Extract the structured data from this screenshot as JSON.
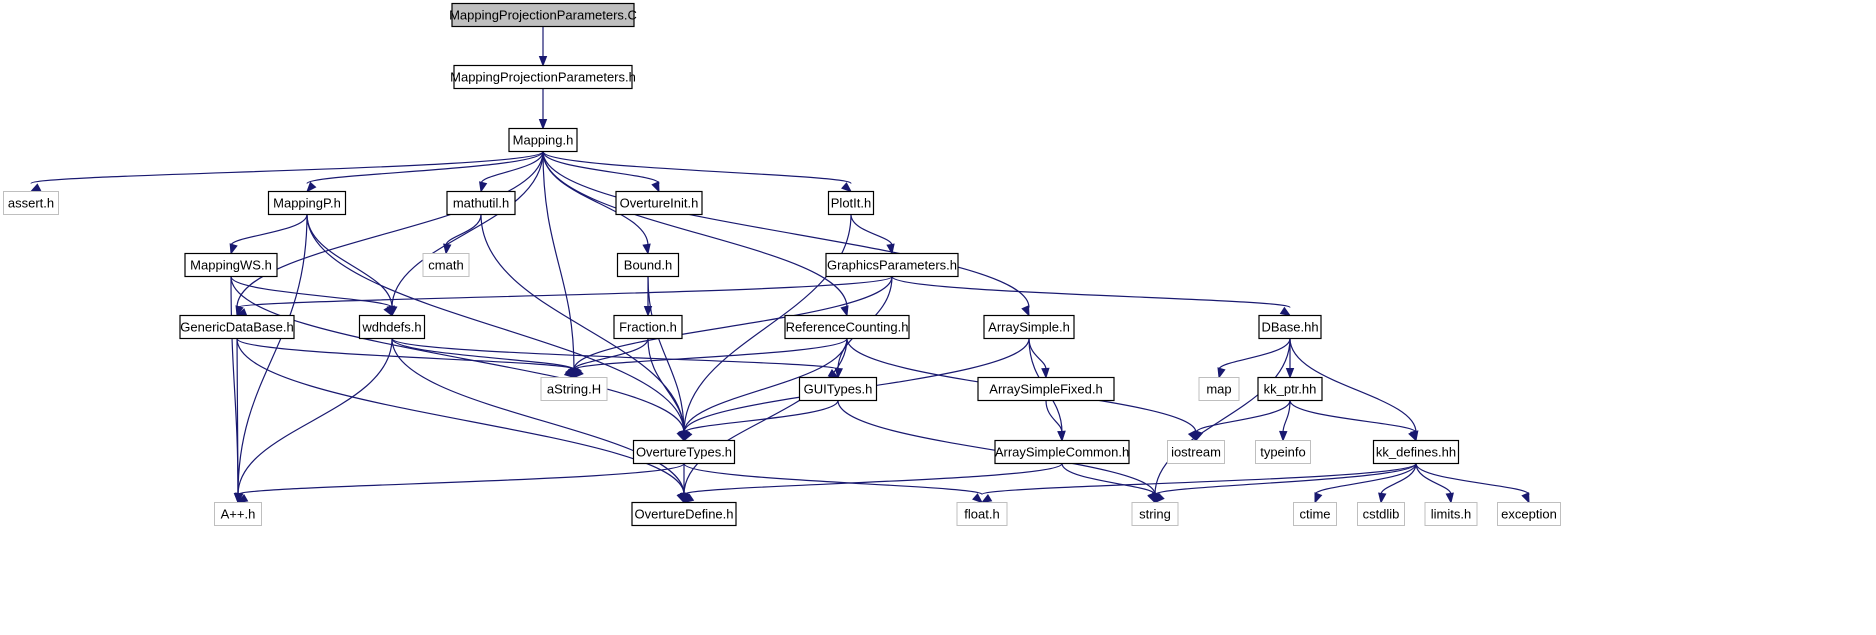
{
  "diagram": {
    "colors": {
      "edge": "#191970",
      "root_fill": "#bfbfbf",
      "external_border": "#bfbfbf",
      "node_border": "#000000"
    },
    "nodes": [
      {
        "id": "MappingProjectionParameters.C",
        "label": "MappingProjectionParameters.C",
        "style": "root"
      },
      {
        "id": "MappingProjectionParameters.h",
        "label": "MappingProjectionParameters.h",
        "style": "local"
      },
      {
        "id": "Mapping.h",
        "label": "Mapping.h",
        "style": "local"
      },
      {
        "id": "assert.h",
        "label": "assert.h",
        "style": "external"
      },
      {
        "id": "MappingP.h",
        "label": "MappingP.h",
        "style": "local"
      },
      {
        "id": "mathutil.h",
        "label": "mathutil.h",
        "style": "local"
      },
      {
        "id": "OvertureInit.h",
        "label": "OvertureInit.h",
        "style": "local"
      },
      {
        "id": "PlotIt.h",
        "label": "PlotIt.h",
        "style": "local"
      },
      {
        "id": "MappingWS.h",
        "label": "MappingWS.h",
        "style": "local"
      },
      {
        "id": "cmath",
        "label": "cmath",
        "style": "external"
      },
      {
        "id": "Bound.h",
        "label": "Bound.h",
        "style": "local"
      },
      {
        "id": "GraphicsParameters.h",
        "label": "GraphicsParameters.h",
        "style": "local"
      },
      {
        "id": "GenericDataBase.h",
        "label": "GenericDataBase.h",
        "style": "local"
      },
      {
        "id": "wdhdefs.h",
        "label": "wdhdefs.h",
        "style": "local"
      },
      {
        "id": "Fraction.h",
        "label": "Fraction.h",
        "style": "local"
      },
      {
        "id": "ReferenceCounting.h",
        "label": "ReferenceCounting.h",
        "style": "local"
      },
      {
        "id": "ArraySimple.h",
        "label": "ArraySimple.h",
        "style": "local"
      },
      {
        "id": "DBase.hh",
        "label": "DBase.hh",
        "style": "local"
      },
      {
        "id": "aString.H",
        "label": "aString.H",
        "style": "external"
      },
      {
        "id": "GUITypes.h",
        "label": "GUITypes.h",
        "style": "local"
      },
      {
        "id": "ArraySimpleFixed.h",
        "label": "ArraySimpleFixed.h",
        "style": "local"
      },
      {
        "id": "map",
        "label": "map",
        "style": "external"
      },
      {
        "id": "kk_ptr.hh",
        "label": "kk_ptr.hh",
        "style": "local"
      },
      {
        "id": "OvertureTypes.h",
        "label": "OvertureTypes.h",
        "style": "local"
      },
      {
        "id": "ArraySimpleCommon.h",
        "label": "ArraySimpleCommon.h",
        "style": "local"
      },
      {
        "id": "iostream",
        "label": "iostream",
        "style": "external"
      },
      {
        "id": "typeinfo",
        "label": "typeinfo",
        "style": "external"
      },
      {
        "id": "kk_defines.hh",
        "label": "kk_defines.hh",
        "style": "local"
      },
      {
        "id": "A++.h",
        "label": "A++.h",
        "style": "external"
      },
      {
        "id": "OvertureDefine.h",
        "label": "OvertureDefine.h",
        "style": "local"
      },
      {
        "id": "float.h",
        "label": "float.h",
        "style": "external"
      },
      {
        "id": "string",
        "label": "string",
        "style": "external"
      },
      {
        "id": "ctime",
        "label": "ctime",
        "style": "external"
      },
      {
        "id": "cstdlib",
        "label": "cstdlib",
        "style": "external"
      },
      {
        "id": "limits.h",
        "label": "limits.h",
        "style": "external"
      },
      {
        "id": "exception",
        "label": "exception",
        "style": "external"
      }
    ],
    "edges": [
      [
        "MappingProjectionParameters.C",
        "MappingProjectionParameters.h"
      ],
      [
        "MappingProjectionParameters.h",
        "Mapping.h"
      ],
      [
        "Mapping.h",
        "assert.h"
      ],
      [
        "Mapping.h",
        "MappingP.h"
      ],
      [
        "Mapping.h",
        "mathutil.h"
      ],
      [
        "Mapping.h",
        "OvertureInit.h"
      ],
      [
        "Mapping.h",
        "PlotIt.h"
      ],
      [
        "Mapping.h",
        "GenericDataBase.h"
      ],
      [
        "Mapping.h",
        "wdhdefs.h"
      ],
      [
        "Mapping.h",
        "aString.H"
      ],
      [
        "Mapping.h",
        "Bound.h"
      ],
      [
        "Mapping.h",
        "ReferenceCounting.h"
      ],
      [
        "Mapping.h",
        "ArraySimple.h"
      ],
      [
        "MappingP.h",
        "MappingWS.h"
      ],
      [
        "MappingP.h",
        "A++.h"
      ],
      [
        "MappingP.h",
        "wdhdefs.h"
      ],
      [
        "MappingP.h",
        "OvertureTypes.h"
      ],
      [
        "mathutil.h",
        "cmath"
      ],
      [
        "mathutil.h",
        "OvertureTypes.h"
      ],
      [
        "PlotIt.h",
        "GraphicsParameters.h"
      ],
      [
        "PlotIt.h",
        "OvertureTypes.h"
      ],
      [
        "MappingWS.h",
        "wdhdefs.h"
      ],
      [
        "MappingWS.h",
        "OvertureTypes.h"
      ],
      [
        "MappingWS.h",
        "A++.h"
      ],
      [
        "Bound.h",
        "Fraction.h"
      ],
      [
        "Bound.h",
        "OvertureTypes.h"
      ],
      [
        "GraphicsParameters.h",
        "GenericDataBase.h"
      ],
      [
        "GraphicsParameters.h",
        "aString.H"
      ],
      [
        "GraphicsParameters.h",
        "GUITypes.h"
      ],
      [
        "GraphicsParameters.h",
        "DBase.hh"
      ],
      [
        "GenericDataBase.h",
        "A++.h"
      ],
      [
        "GenericDataBase.h",
        "aString.H"
      ],
      [
        "GenericDataBase.h",
        "OvertureDefine.h"
      ],
      [
        "wdhdefs.h",
        "aString.H"
      ],
      [
        "wdhdefs.h",
        "GUITypes.h"
      ],
      [
        "wdhdefs.h",
        "A++.h"
      ],
      [
        "wdhdefs.h",
        "OvertureDefine.h"
      ],
      [
        "Fraction.h",
        "aString.H"
      ],
      [
        "Fraction.h",
        "OvertureTypes.h"
      ],
      [
        "ReferenceCounting.h",
        "aString.H"
      ],
      [
        "ReferenceCounting.h",
        "OvertureTypes.h"
      ],
      [
        "ReferenceCounting.h",
        "OvertureDefine.h"
      ],
      [
        "ReferenceCounting.h",
        "iostream"
      ],
      [
        "ArraySimple.h",
        "ArraySimpleFixed.h"
      ],
      [
        "ArraySimple.h",
        "ArraySimpleCommon.h"
      ],
      [
        "ArraySimple.h",
        "OvertureTypes.h"
      ],
      [
        "ArraySimpleFixed.h",
        "ArraySimpleCommon.h"
      ],
      [
        "ArraySimpleCommon.h",
        "OvertureDefine.h"
      ],
      [
        "ArraySimpleCommon.h",
        "string"
      ],
      [
        "GUITypes.h",
        "OvertureTypes.h"
      ],
      [
        "GUITypes.h",
        "string"
      ],
      [
        "DBase.hh",
        "map"
      ],
      [
        "DBase.hh",
        "kk_ptr.hh"
      ],
      [
        "DBase.hh",
        "kk_defines.hh"
      ],
      [
        "DBase.hh",
        "string"
      ],
      [
        "kk_ptr.hh",
        "iostream"
      ],
      [
        "kk_ptr.hh",
        "typeinfo"
      ],
      [
        "kk_ptr.hh",
        "kk_defines.hh"
      ],
      [
        "kk_defines.hh",
        "float.h"
      ],
      [
        "kk_defines.hh",
        "string"
      ],
      [
        "kk_defines.hh",
        "ctime"
      ],
      [
        "kk_defines.hh",
        "cstdlib"
      ],
      [
        "kk_defines.hh",
        "limits.h"
      ],
      [
        "kk_defines.hh",
        "exception"
      ],
      [
        "OvertureTypes.h",
        "A++.h"
      ],
      [
        "OvertureTypes.h",
        "OvertureDefine.h"
      ],
      [
        "OvertureTypes.h",
        "float.h"
      ]
    ]
  }
}
